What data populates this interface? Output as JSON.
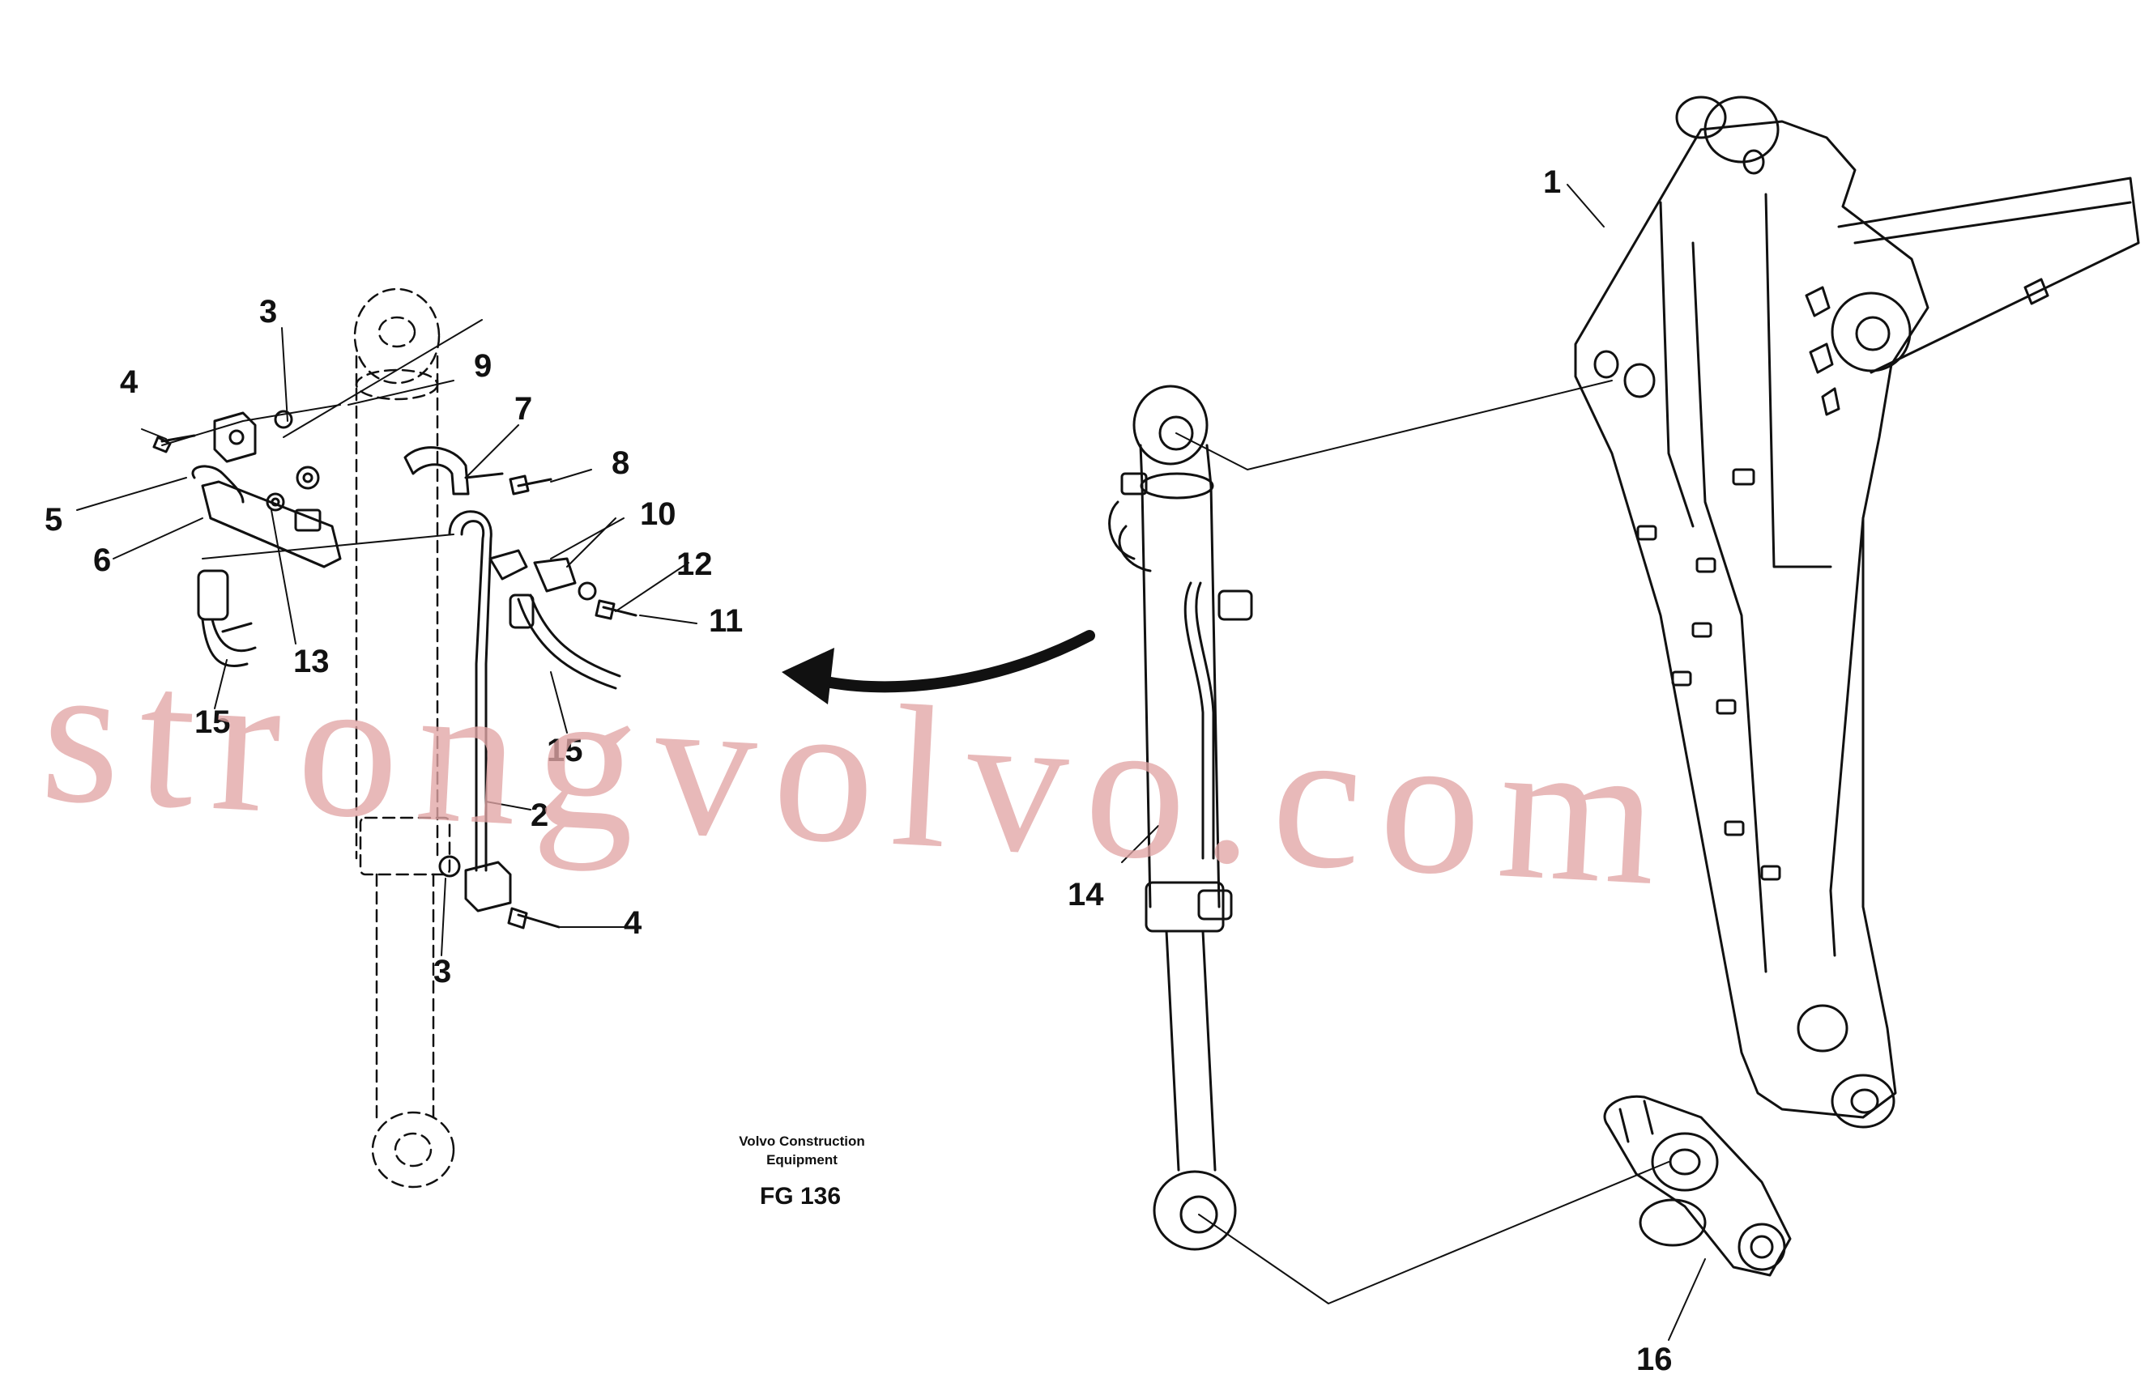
{
  "callouts": {
    "c1": "1",
    "c2": "2",
    "c3a": "3",
    "c3b": "3",
    "c4a": "4",
    "c4b": "4",
    "c5": "5",
    "c6": "6",
    "c7": "7",
    "c8": "8",
    "c9": "9",
    "c10": "10",
    "c11": "11",
    "c12": "12",
    "c13": "13",
    "c14": "14",
    "c15a": "15",
    "c15b": "15",
    "c16": "16"
  },
  "caption": {
    "company_line1": "Volvo Construction",
    "company_line2": "Equipment",
    "figure": "FG 136"
  },
  "watermark": "strongvolvo.com",
  "colors": {
    "line": "#111111",
    "watermark": "#e2a6a6"
  }
}
